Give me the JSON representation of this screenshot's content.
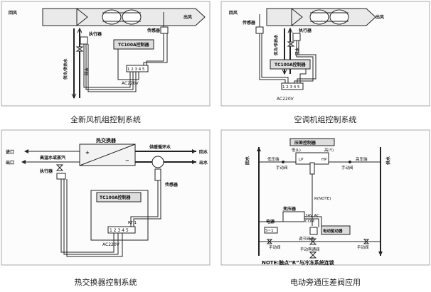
{
  "panel1": {
    "caption": "全新风机组控制系统",
    "inlet": "回风",
    "outlet": "出风",
    "actuator": "执行器",
    "sensor": "传感器",
    "controller": "TC100A控制器",
    "terminals": "1 2 3 4 5",
    "power": "AC220V",
    "supply_water": "供冷/供热水",
    "return_water": "回水"
  },
  "panel2": {
    "caption": "空调机组控制系统",
    "inlet": "回风",
    "outlet": "出风",
    "actuator": "执行器",
    "sensor": "传感器",
    "controller": "TC100A控制器",
    "terminals": "1 2 3 4 5",
    "power": "AC220V",
    "supply_water": "供冷/供热水",
    "return_water": "回水"
  },
  "panel3": {
    "caption": "热交换器控制系统",
    "heat_exchanger": "热交换器",
    "circulation": "供暖循环水",
    "in_left": "进口",
    "out_left": "出口",
    "hot_medium": "高温水或蒸汽",
    "actuator": "执行器",
    "return_water": "回水",
    "outlet_water": "出水",
    "sensor": "传感器",
    "controller": "TC100A控制器",
    "rt": "RT 1",
    "terminals": "1 2 3 4 5",
    "power": "AC220V"
  },
  "panel4": {
    "caption": "电动旁通压差阀应用",
    "return_water": "回水",
    "supply_water": "供水",
    "pd_controller": "压差控制器",
    "low_side": "低(L)",
    "high_side": "高(Y)",
    "lp": "LP",
    "hp": "HP",
    "low_end": "低压端",
    "high_end": "高压端",
    "manual_valve": "手动阀",
    "relay": "R(NOTE)",
    "transformer": "变压器",
    "power": "电源",
    "volt_label": "24V AC",
    "com_label": "COM",
    "electric_actuator": "电动驱动器",
    "regulating_valve": "调节阀体",
    "bypass_valve": "手动旁通阀",
    "small_box": "S~1",
    "note": "NOTE:触点“R”与冷冻系统连锁"
  }
}
